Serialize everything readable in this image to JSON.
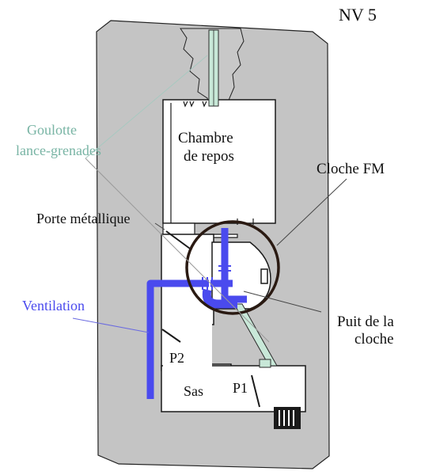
{
  "level": "NV 5",
  "rooms": {
    "chambre_line1": "Chambre",
    "chambre_line2": "de repos",
    "sas": "Sas"
  },
  "doors": {
    "p1": "P1",
    "p2": "P2"
  },
  "callouts": {
    "goulotte_line1": "Goulotte",
    "goulotte_line2": "lance-grenades",
    "cloche_fm": "Cloche FM",
    "porte_metallique": "Porte métallique",
    "ventilation": "Ventilation",
    "puit_line1": "Puit de la",
    "puit_line2": "cloche"
  },
  "colors": {
    "concrete": "#c4c4c4",
    "floor": "#ffffff",
    "wall_line": "#1a1a1a",
    "ventilation": "#4a4aee",
    "goulotte_channel": "#c8e8d8",
    "goulotte_label": "#78b4a4",
    "cloche_circle": "#2a1a12",
    "label": "#111111"
  }
}
